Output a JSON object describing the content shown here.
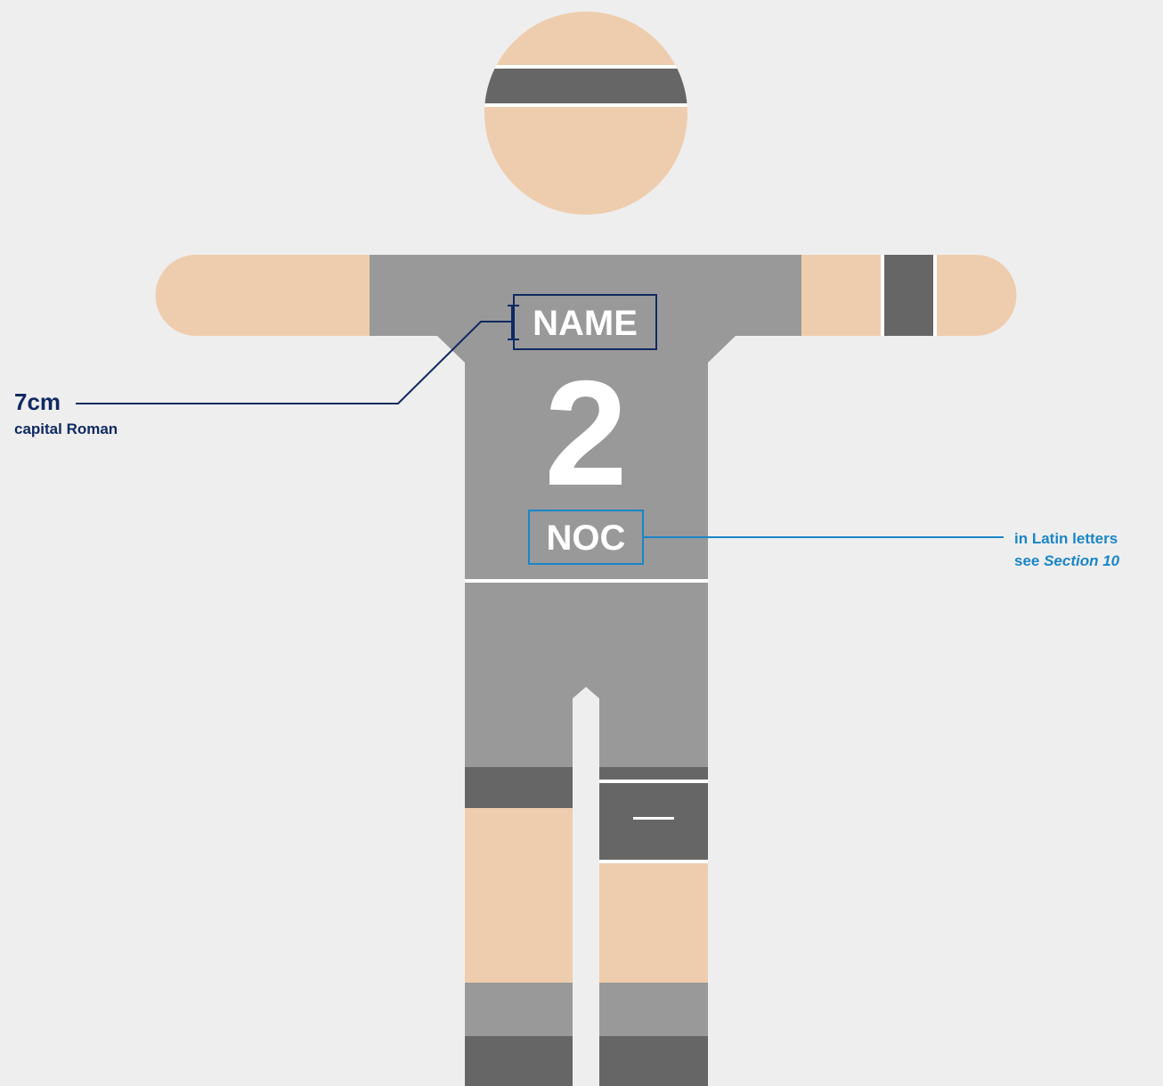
{
  "figure": {
    "jersey_name": "NAME",
    "jersey_number": "2",
    "jersey_noc": "NOC"
  },
  "annotations": {
    "name_height": "7cm",
    "name_style": "capital Roman",
    "noc_line1": "in Latin letters",
    "noc_line2_prefix": "see ",
    "noc_line2_ref": "Section 10"
  },
  "colors": {
    "background": "#efeeee",
    "skin": "#eecdae",
    "uniform": "#999999",
    "dark_band": "#666666",
    "navy": "#0f2a62",
    "blue": "#1a86c8"
  }
}
